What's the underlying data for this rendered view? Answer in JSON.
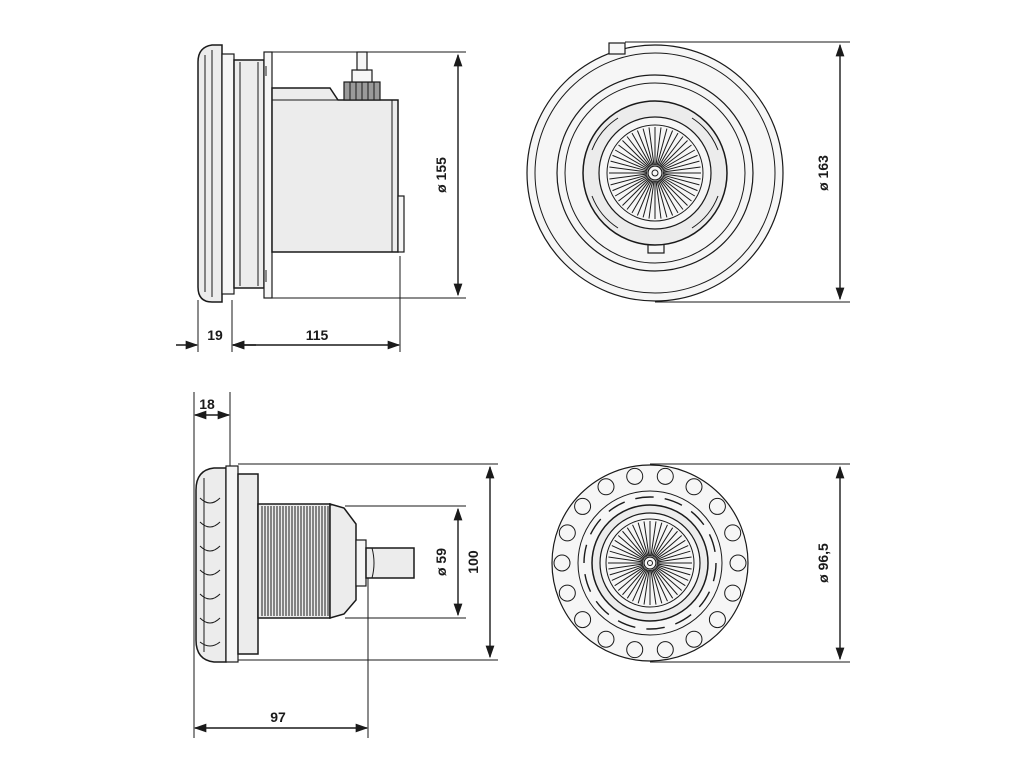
{
  "dimensions": {
    "d155": "ø 155",
    "d163": "ø 163",
    "d19": "19",
    "d115": "115",
    "d18": "18",
    "d59": "ø 59",
    "d100": "100",
    "d96": "ø 96,5",
    "d97": "97"
  },
  "colors": {
    "line": "#1a1a1a",
    "fill": "#ececec"
  }
}
